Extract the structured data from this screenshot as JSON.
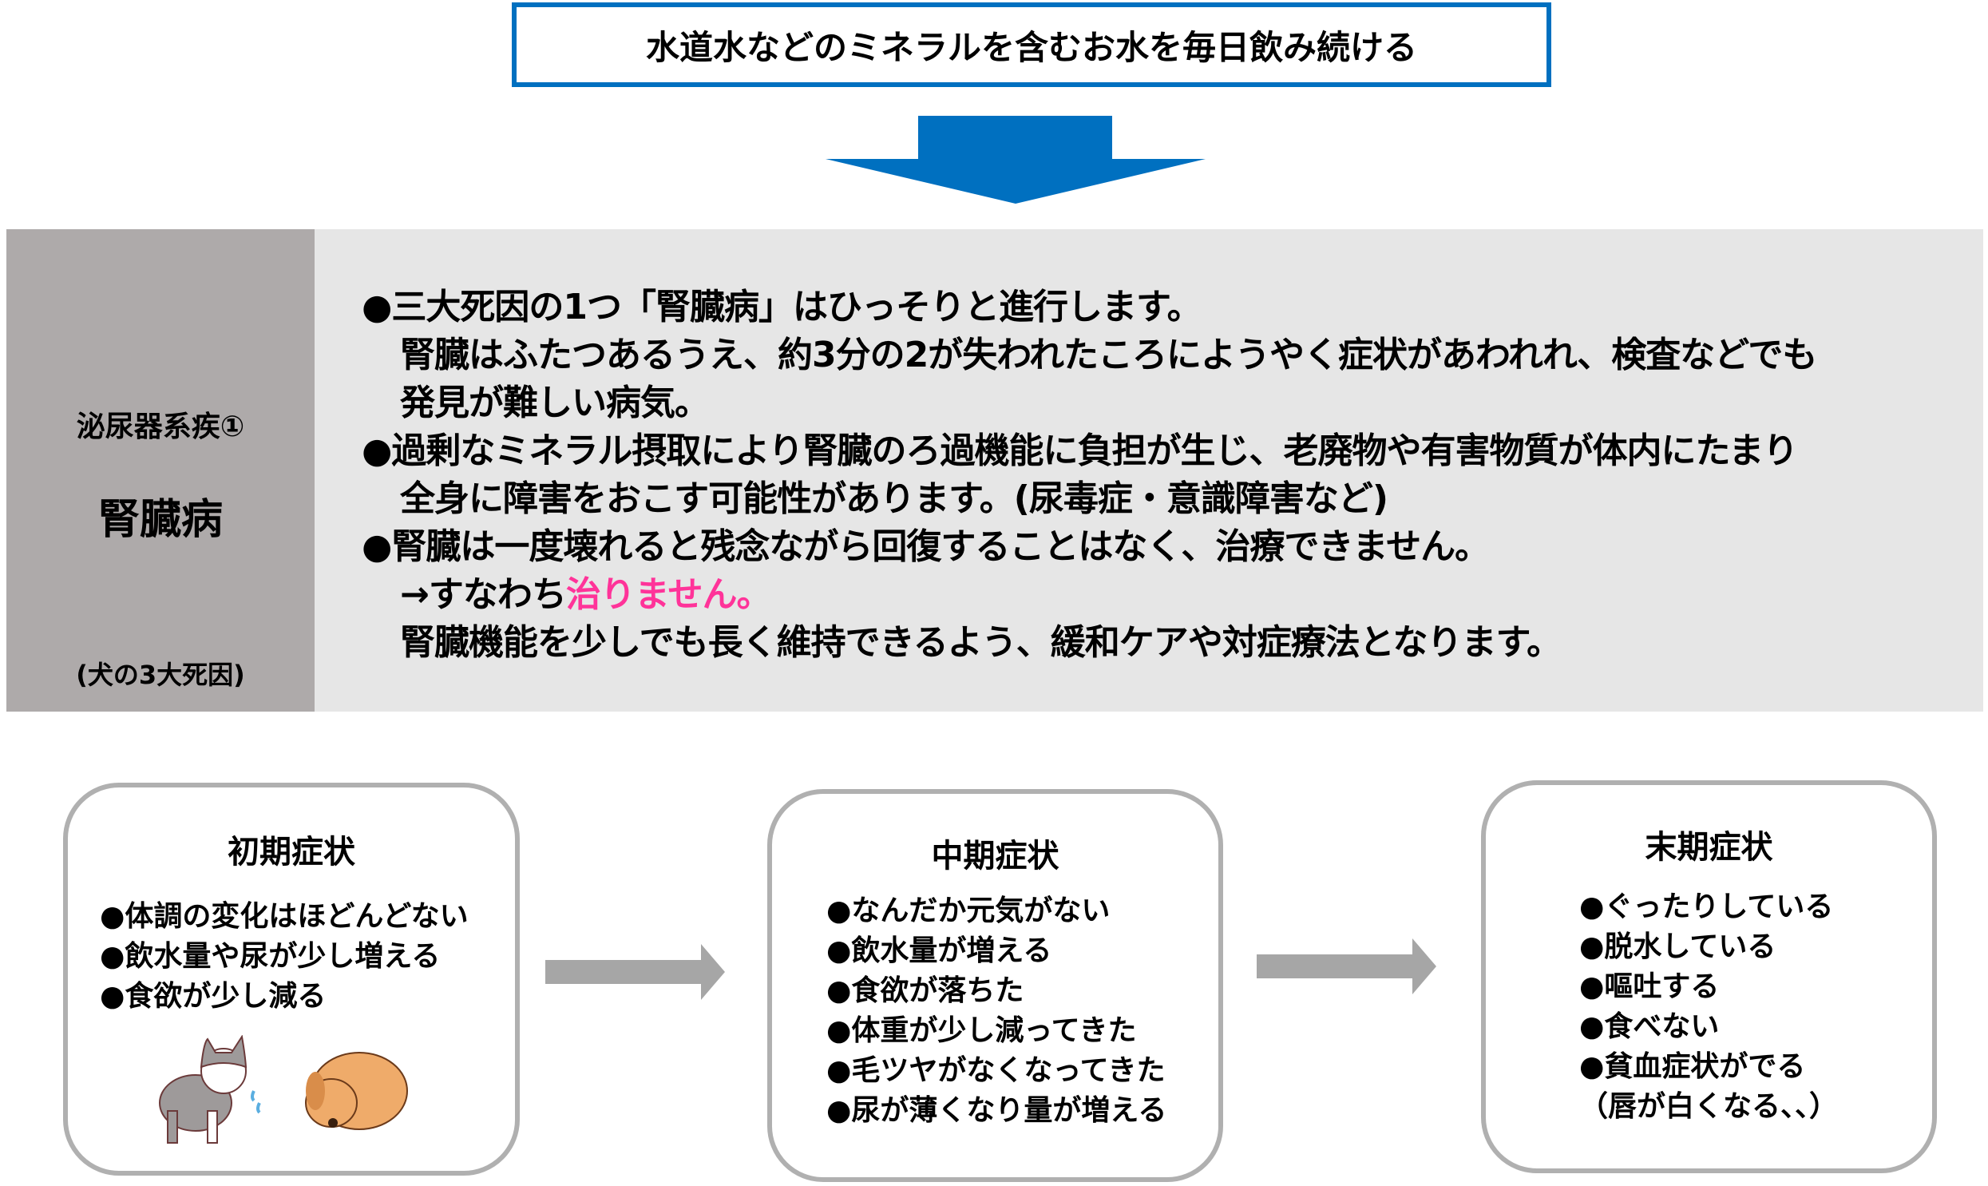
{
  "header": {
    "title": "水道水などのミネラルを含むお水を毎日飲み続ける"
  },
  "colors": {
    "accent_blue": "#0070c0",
    "highlight_pink": "#ff3399",
    "panel_gray": "#e6e6e6",
    "side_gray": "#aeaaaa"
  },
  "side": {
    "category": "泌尿器系疾①",
    "disease": "腎臓病",
    "note": "(犬の3大死因)"
  },
  "main": {
    "lines": [
      "●三大死因の1つ「腎臓病」はひっそりと進行します。",
      "腎臓はふたつあるうえ、約3分の2が失われたころにようやく症状があわれれ、検査などでも",
      "発見が難しい病気。",
      "●過剰なミネラル摂取により腎臓のろ過機能に負担が生じ、老廃物や有害物質が体内にたまり",
      "全身に障害をおこす可能性があります。(尿毒症・意識障害など)",
      "●腎臓は一度壊れると残念ながら回復することはなく、治療できません。",
      "→すなわち",
      "腎臓機能を少しでも長く維持できるよう、緩和ケアや対症療法となります。"
    ],
    "highlight": "治りません。"
  },
  "stages": [
    {
      "title": "初期症状",
      "items": [
        "●体調の変化はほどんどない",
        "●飲水量や尿が少し増える",
        "●食欲が少し減る"
      ]
    },
    {
      "title": "中期症状",
      "items": [
        "●なんだか元気がない",
        "●飲水量が増える",
        "●食欲が落ちた",
        "●体重が少し減ってきた",
        "●毛ツヤがなくなってきた",
        "●尿が薄くなり量が増える"
      ]
    },
    {
      "title": "末期症状",
      "items": [
        "●ぐったりしている",
        "●脱水している",
        "●嘔吐する",
        "●食べない",
        "●貧血症状がでる",
        "（唇が白くなる、、）"
      ]
    }
  ]
}
